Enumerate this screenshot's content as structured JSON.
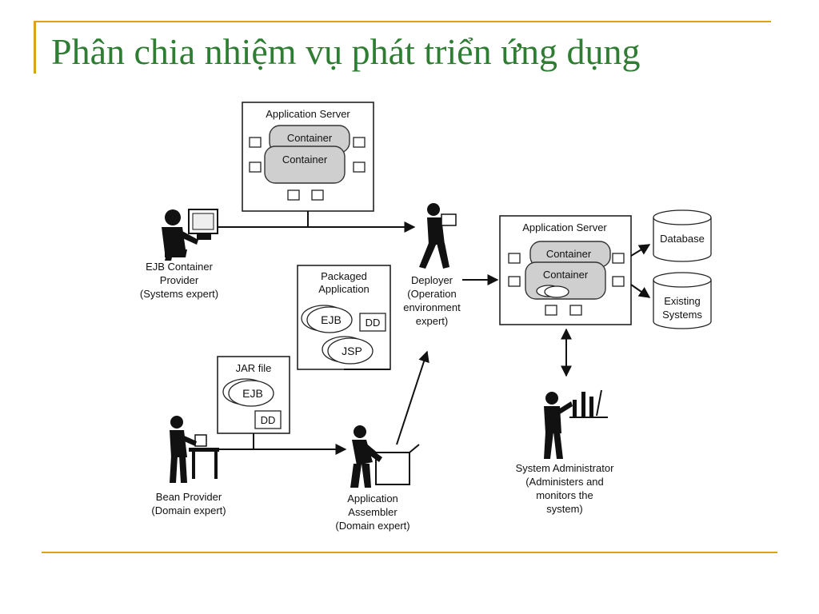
{
  "slide": {
    "title": "Phân chia nhiệm vụ phát triển ứng dụng"
  },
  "diagram": {
    "app_server_top": {
      "label": "Application Server",
      "container_1": "Container",
      "container_2": "Container"
    },
    "app_server_right": {
      "label": "Application Server",
      "container_1": "Container",
      "container_2": "Container"
    },
    "database": "Database",
    "existing_systems": [
      "Existing",
      "Systems"
    ],
    "packaged_app": {
      "label": [
        "Packaged",
        "Application"
      ],
      "ejb": "EJB",
      "dd": "DD",
      "jsp": "JSP"
    },
    "jar_file": {
      "label": "JAR file",
      "ejb": "EJB",
      "dd": "DD"
    },
    "roles": {
      "container_provider": [
        "EJB Container",
        "Provider",
        "(Systems expert)"
      ],
      "deployer": [
        "Deployer",
        "(Operation",
        "environment",
        "expert)"
      ],
      "bean_provider": [
        "Bean Provider",
        "(Domain expert)"
      ],
      "assembler": [
        "Application",
        "Assembler",
        "(Domain expert)"
      ],
      "sysadmin": [
        "System Administrator",
        "(Administers and",
        "monitors the",
        "system)"
      ]
    }
  }
}
